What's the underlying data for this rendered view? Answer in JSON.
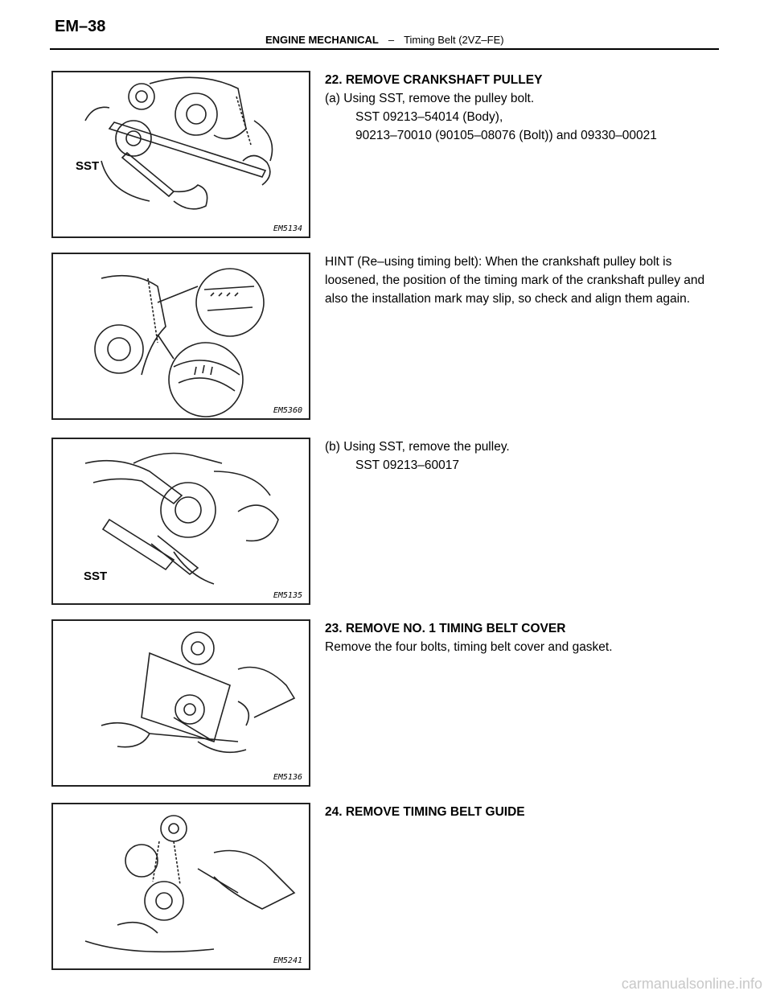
{
  "header": {
    "page_number": "EM–38",
    "chapter": "ENGINE MECHANICAL",
    "separator": "–",
    "section": "Timing Belt (2VZ–FE)"
  },
  "figures": [
    {
      "code": "EM5134",
      "label": "SST"
    },
    {
      "code": "EM5360"
    },
    {
      "code": "EM5135",
      "label": "SST"
    },
    {
      "code": "EM5136"
    },
    {
      "code": "EM5241"
    }
  ],
  "steps": {
    "s22": {
      "heading": "22. REMOVE CRANKSHAFT PULLEY",
      "a": "(a) Using SST, remove the pulley bolt.",
      "sst1": "SST 09213–54014 (Body),",
      "sst2": "90213–70010 (90105–08076 (Bolt)) and 09330–00021"
    },
    "hint": "HINT (Re–using timing belt): When the crankshaft pulley bolt is loosened, the position of the timing mark of the crankshaft pulley and also the installation mark may slip, so check and align them again.",
    "b": {
      "text": "(b) Using SST, remove the pulley.",
      "sst": "SST 09213–60017"
    },
    "s23": {
      "heading": "23. REMOVE NO. 1 TIMING BELT COVER",
      "text": "Remove the four bolts, timing belt cover and gasket."
    },
    "s24": {
      "heading": "24. REMOVE TIMING BELT GUIDE"
    }
  },
  "watermark": "carmanualsonline.info"
}
